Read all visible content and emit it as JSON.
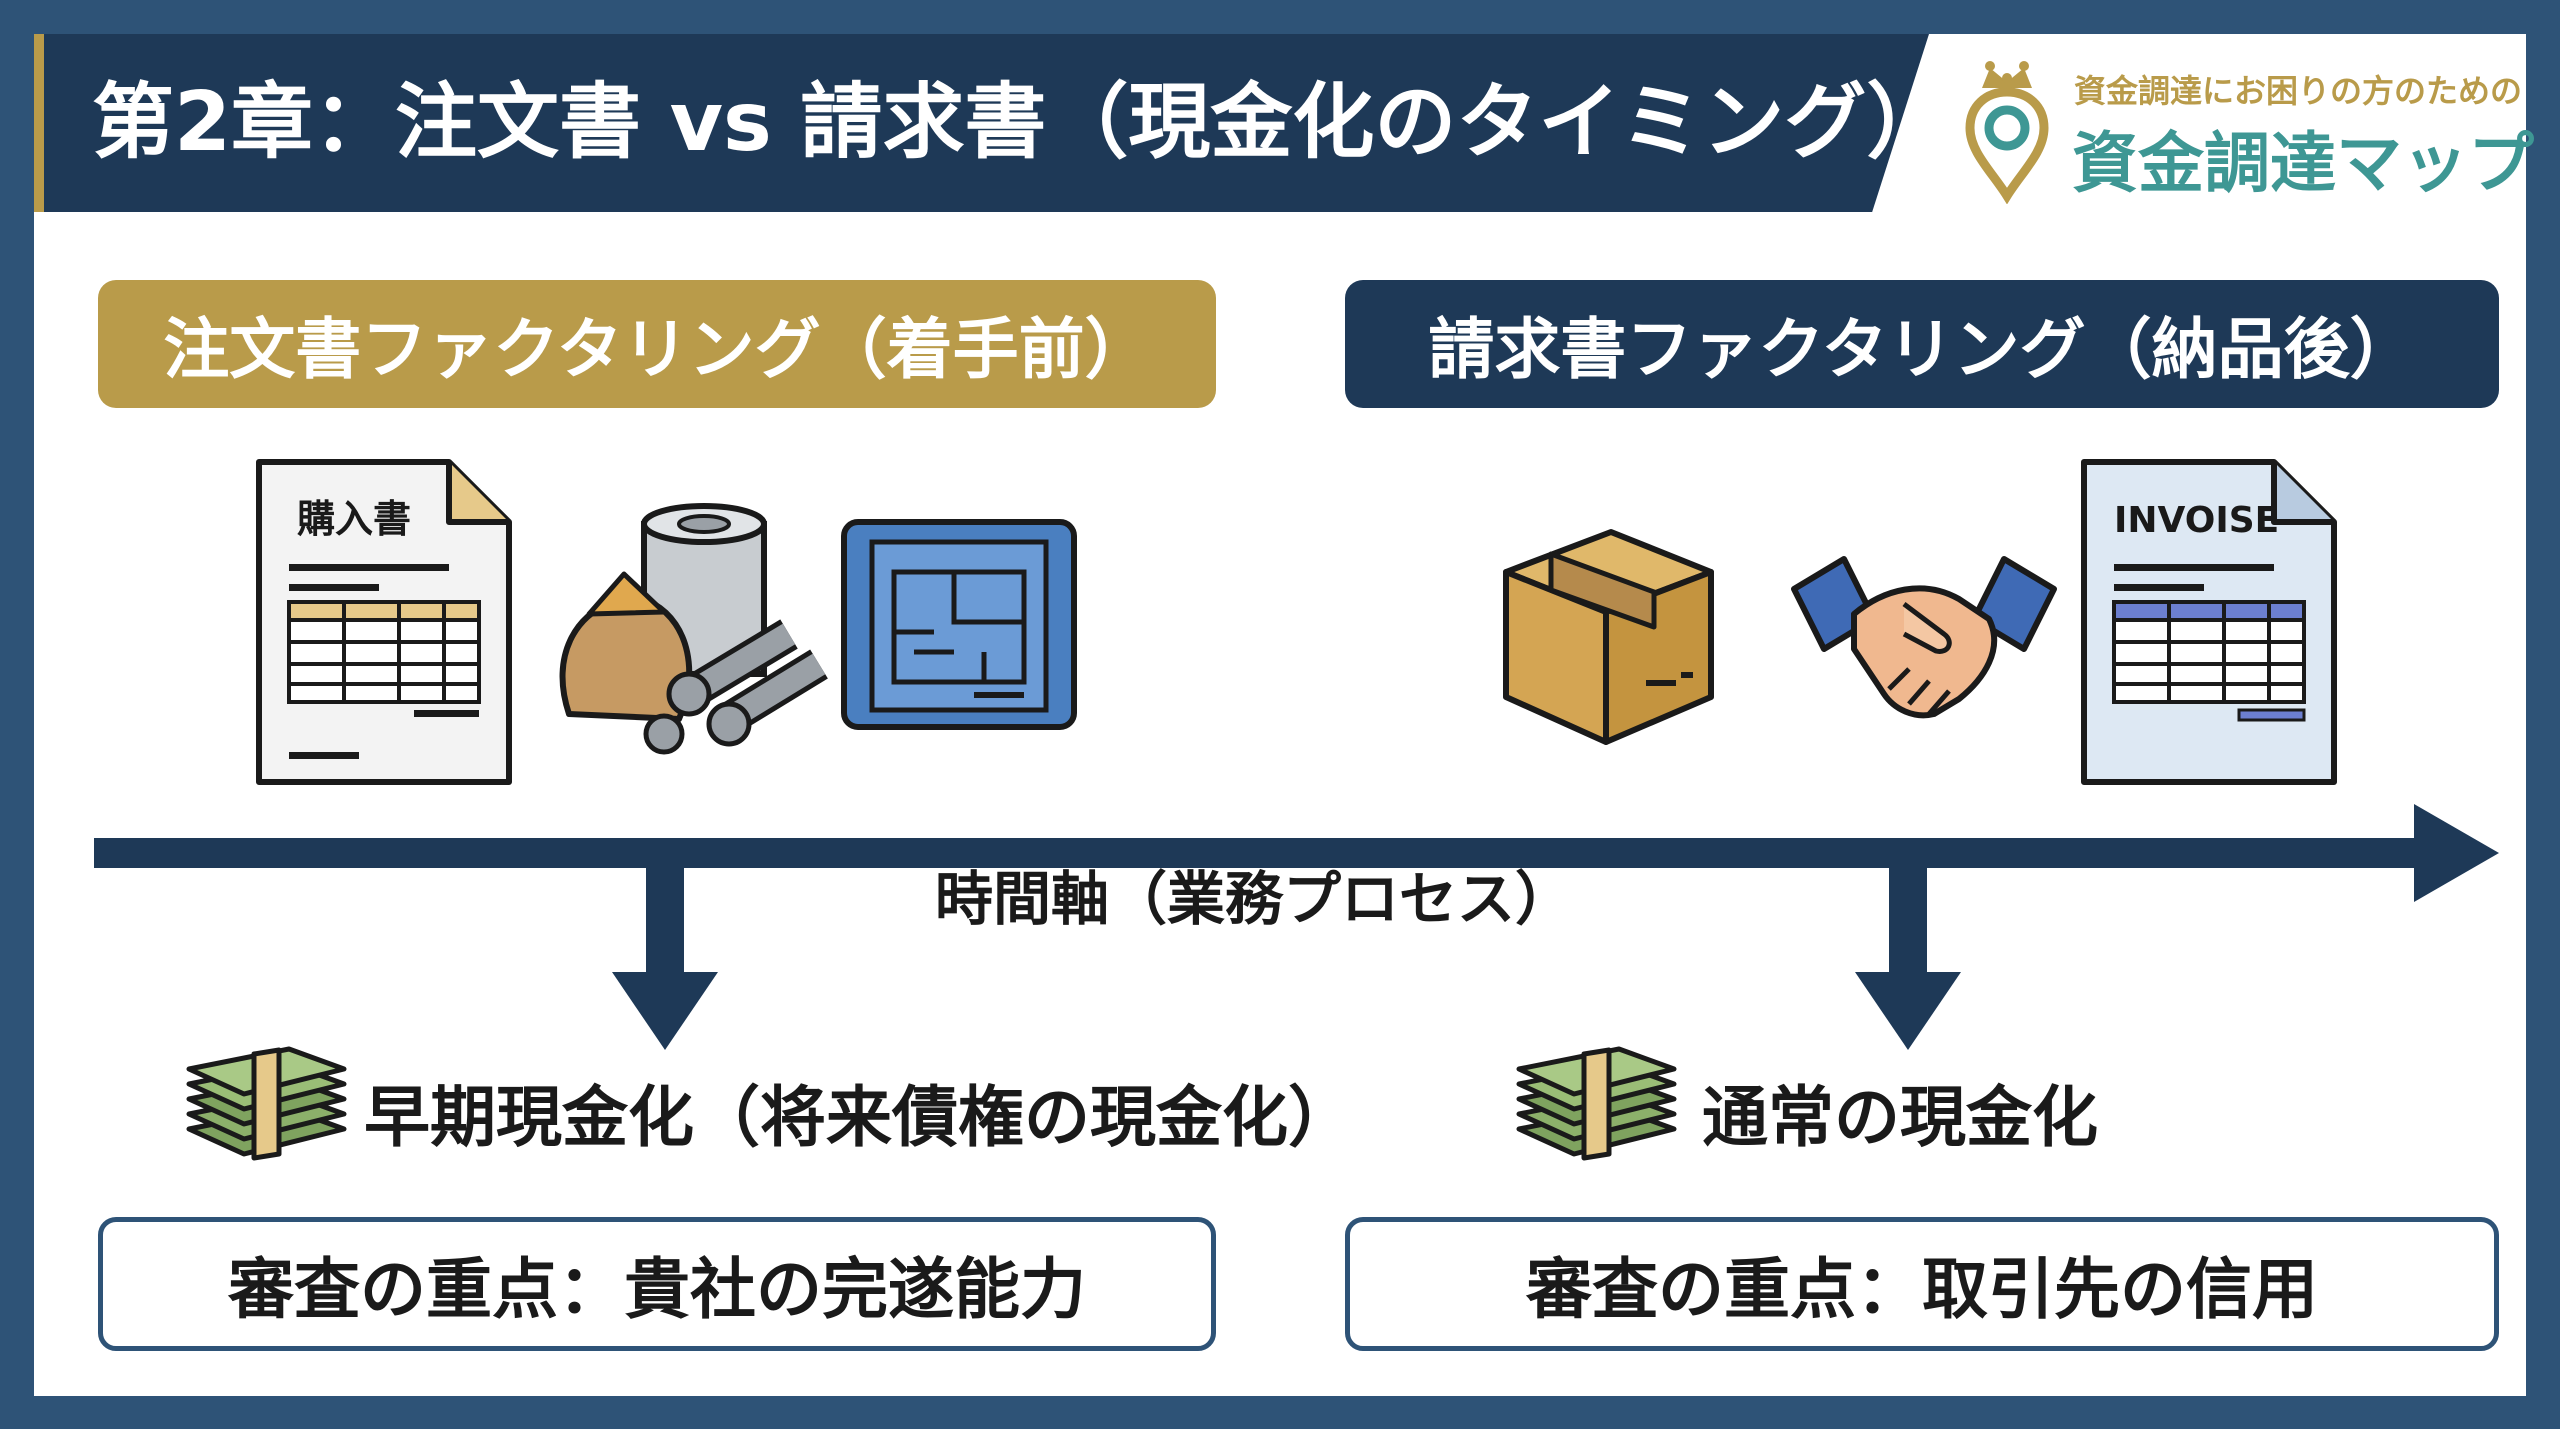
{
  "header": {
    "title": "第2章：注文書 vs 請求書（現金化のタイミング）"
  },
  "logo": {
    "tagline": "資金調達にお困りの方のための",
    "name": "資金調達マップ"
  },
  "left": {
    "heading": "注文書ファクタリング（着手前）",
    "document_label": "購入書",
    "cash_label": "早期現金化（将来債権の現金化）",
    "focus": "審査の重点：貴社の完遂能力",
    "icons": [
      "purchase-order-document-icon",
      "raw-materials-icon",
      "blueprint-icon"
    ]
  },
  "right": {
    "heading": "請求書ファクタリング（納品後）",
    "document_label": "INVOISE",
    "cash_label": "通常の現金化",
    "focus": "審査の重点：取引先の信用",
    "icons": [
      "cardboard-box-icon",
      "handshake-icon",
      "invoice-document-icon"
    ]
  },
  "timeline": {
    "label": "時間軸（業務プロセス）"
  },
  "colors": {
    "navy": "#1e3957",
    "gold": "#b99b4a",
    "frame": "#2e5377",
    "teal": "#3e9794"
  }
}
